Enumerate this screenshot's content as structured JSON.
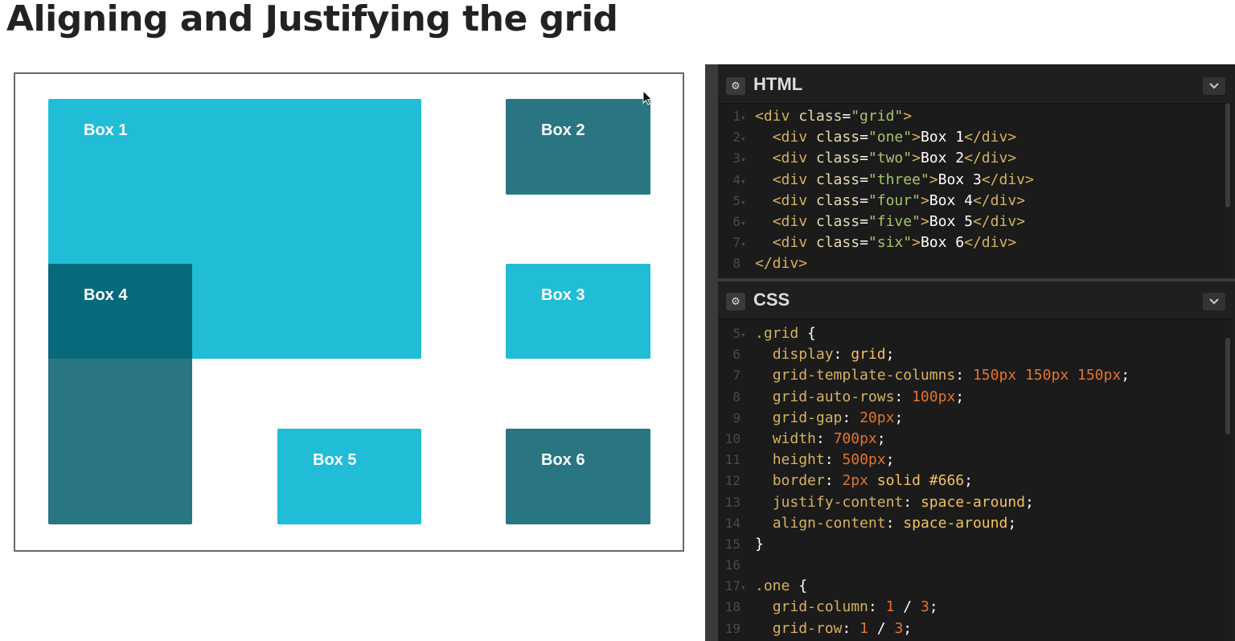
{
  "page": {
    "title": "Aligning and Justifying the grid"
  },
  "demo": {
    "boxes": [
      {
        "label": "Box 1"
      },
      {
        "label": "Box 2"
      },
      {
        "label": "Box 3"
      },
      {
        "label": "Box 4"
      },
      {
        "label": "Box 5"
      },
      {
        "label": "Box 6"
      }
    ],
    "colors": {
      "light": "#21bcd6",
      "dark": "#297682",
      "overlap": "#005768"
    }
  },
  "editor": {
    "html_pane": {
      "title": "HTML",
      "lines": [
        {
          "n": "1",
          "fold": true,
          "parts": [
            [
              "tag",
              "<div "
            ],
            [
              "attr",
              "class"
            ],
            [
              "punc",
              "="
            ],
            [
              "str",
              "\"grid\""
            ],
            [
              "tag",
              ">"
            ]
          ]
        },
        {
          "n": "2",
          "fold": true,
          "parts": [
            [
              "punc",
              "  "
            ],
            [
              "tag",
              "<div "
            ],
            [
              "attr",
              "class"
            ],
            [
              "punc",
              "="
            ],
            [
              "str",
              "\"one\""
            ],
            [
              "tag",
              ">"
            ],
            [
              "text",
              "Box 1"
            ],
            [
              "tag",
              "</div>"
            ]
          ]
        },
        {
          "n": "3",
          "fold": true,
          "parts": [
            [
              "punc",
              "  "
            ],
            [
              "tag",
              "<div "
            ],
            [
              "attr",
              "class"
            ],
            [
              "punc",
              "="
            ],
            [
              "str",
              "\"two\""
            ],
            [
              "tag",
              ">"
            ],
            [
              "text",
              "Box 2"
            ],
            [
              "tag",
              "</div>"
            ]
          ]
        },
        {
          "n": "4",
          "fold": true,
          "parts": [
            [
              "punc",
              "  "
            ],
            [
              "tag",
              "<div "
            ],
            [
              "attr",
              "class"
            ],
            [
              "punc",
              "="
            ],
            [
              "str",
              "\"three\""
            ],
            [
              "tag",
              ">"
            ],
            [
              "text",
              "Box 3"
            ],
            [
              "tag",
              "</div>"
            ]
          ]
        },
        {
          "n": "5",
          "fold": true,
          "parts": [
            [
              "punc",
              "  "
            ],
            [
              "tag",
              "<div "
            ],
            [
              "attr",
              "class"
            ],
            [
              "punc",
              "="
            ],
            [
              "str",
              "\"four\""
            ],
            [
              "tag",
              ">"
            ],
            [
              "text",
              "Box 4"
            ],
            [
              "tag",
              "</div>"
            ]
          ]
        },
        {
          "n": "6",
          "fold": true,
          "parts": [
            [
              "punc",
              "  "
            ],
            [
              "tag",
              "<div "
            ],
            [
              "attr",
              "class"
            ],
            [
              "punc",
              "="
            ],
            [
              "str",
              "\"five\""
            ],
            [
              "tag",
              ">"
            ],
            [
              "text",
              "Box 5"
            ],
            [
              "tag",
              "</div>"
            ]
          ]
        },
        {
          "n": "7",
          "fold": true,
          "parts": [
            [
              "punc",
              "  "
            ],
            [
              "tag",
              "<div "
            ],
            [
              "attr",
              "class"
            ],
            [
              "punc",
              "="
            ],
            [
              "str",
              "\"six\""
            ],
            [
              "tag",
              ">"
            ],
            [
              "text",
              "Box 6"
            ],
            [
              "tag",
              "</div>"
            ]
          ]
        },
        {
          "n": "8",
          "fold": false,
          "parts": [
            [
              "tag",
              "</div>"
            ]
          ]
        }
      ]
    },
    "css_pane": {
      "title": "CSS",
      "lines": [
        {
          "n": "5",
          "fold": true,
          "parts": [
            [
              "sel",
              ".grid "
            ],
            [
              "punc",
              "{"
            ]
          ]
        },
        {
          "n": "6",
          "fold": false,
          "parts": [
            [
              "punc",
              "  "
            ],
            [
              "prop",
              "display"
            ],
            [
              "punc",
              ": "
            ],
            [
              "val",
              "grid"
            ],
            [
              "punc",
              ";"
            ]
          ]
        },
        {
          "n": "7",
          "fold": false,
          "parts": [
            [
              "punc",
              "  "
            ],
            [
              "prop",
              "grid-template-columns"
            ],
            [
              "punc",
              ": "
            ],
            [
              "num",
              "150px 150px 150px"
            ],
            [
              "punc",
              ";"
            ]
          ]
        },
        {
          "n": "8",
          "fold": false,
          "parts": [
            [
              "punc",
              "  "
            ],
            [
              "prop",
              "grid-auto-rows"
            ],
            [
              "punc",
              ": "
            ],
            [
              "num",
              "100px"
            ],
            [
              "punc",
              ";"
            ]
          ]
        },
        {
          "n": "9",
          "fold": false,
          "parts": [
            [
              "punc",
              "  "
            ],
            [
              "prop",
              "grid-gap"
            ],
            [
              "punc",
              ": "
            ],
            [
              "num",
              "20px"
            ],
            [
              "punc",
              ";"
            ]
          ]
        },
        {
          "n": "10",
          "fold": false,
          "parts": [
            [
              "punc",
              "  "
            ],
            [
              "prop",
              "width"
            ],
            [
              "punc",
              ": "
            ],
            [
              "num",
              "700px"
            ],
            [
              "punc",
              ";"
            ]
          ]
        },
        {
          "n": "11",
          "fold": false,
          "parts": [
            [
              "punc",
              "  "
            ],
            [
              "prop",
              "height"
            ],
            [
              "punc",
              ": "
            ],
            [
              "num",
              "500px"
            ],
            [
              "punc",
              ";"
            ]
          ]
        },
        {
          "n": "12",
          "fold": false,
          "parts": [
            [
              "punc",
              "  "
            ],
            [
              "prop",
              "border"
            ],
            [
              "punc",
              ": "
            ],
            [
              "num",
              "2px"
            ],
            [
              "val",
              " solid #666"
            ],
            [
              "punc",
              ";"
            ]
          ]
        },
        {
          "n": "13",
          "fold": false,
          "parts": [
            [
              "punc",
              "  "
            ],
            [
              "prop",
              "justify-content"
            ],
            [
              "punc",
              ": "
            ],
            [
              "val",
              "space-around"
            ],
            [
              "punc",
              ";"
            ]
          ]
        },
        {
          "n": "14",
          "fold": false,
          "parts": [
            [
              "punc",
              "  "
            ],
            [
              "prop",
              "align-content"
            ],
            [
              "punc",
              ": "
            ],
            [
              "val",
              "space-around"
            ],
            [
              "punc",
              ";"
            ]
          ]
        },
        {
          "n": "15",
          "fold": false,
          "parts": [
            [
              "punc",
              "}"
            ]
          ]
        },
        {
          "n": "16",
          "fold": false,
          "parts": []
        },
        {
          "n": "17",
          "fold": true,
          "parts": [
            [
              "sel",
              ".one "
            ],
            [
              "punc",
              "{"
            ]
          ]
        },
        {
          "n": "18",
          "fold": false,
          "parts": [
            [
              "punc",
              "  "
            ],
            [
              "prop",
              "grid-column"
            ],
            [
              "punc",
              ": "
            ],
            [
              "num",
              "1"
            ],
            [
              "punc",
              " / "
            ],
            [
              "num",
              "3"
            ],
            [
              "punc",
              ";"
            ]
          ]
        },
        {
          "n": "19",
          "fold": false,
          "parts": [
            [
              "punc",
              "  "
            ],
            [
              "prop",
              "grid-row"
            ],
            [
              "punc",
              ": "
            ],
            [
              "num",
              "1"
            ],
            [
              "punc",
              " / "
            ],
            [
              "num",
              "3"
            ],
            [
              "punc",
              ";"
            ]
          ]
        }
      ]
    }
  },
  "icons": {
    "gear": "gear-icon",
    "collapse": "chevron-down-icon",
    "cursor": "mouse-pointer-icon"
  }
}
